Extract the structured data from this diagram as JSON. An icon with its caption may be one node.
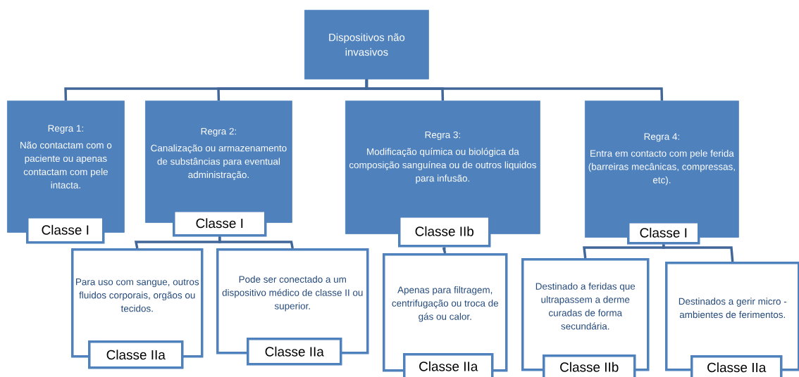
{
  "diagram": {
    "nodes": [
      {
        "text": [
          "Dispositivos não invasivos"
        ]
      },
      {
        "text": [
          "Regra 1:",
          "Não contactam com o paciente ou apenas contactam com pele intacta."
        ]
      },
      {
        "text": [
          "Classe I"
        ]
      },
      {
        "text": [
          "Regra 2:",
          "Canalização ou armazenamento de substâncias para eventual administração."
        ]
      },
      {
        "text": [
          "Classe I"
        ]
      },
      {
        "text": [
          "Para uso com sangue, outros fluidos corporais, orgãos ou tecidos."
        ]
      },
      {
        "text": [
          "Classe IIa"
        ]
      },
      {
        "text": [
          "Pode ser conectado a um dispositivo médico de classe II ou superior."
        ]
      },
      {
        "text": [
          "Classe IIa"
        ]
      },
      {
        "text": [
          "Regra 3:",
          "Modificação química ou biológica da composição sanguínea ou de outros liquidos para infusão."
        ]
      },
      {
        "text": [
          "Classe IIb"
        ]
      },
      {
        "text": [
          "Apenas para filtragem, centrifugação ou troca de gás ou calor."
        ]
      },
      {
        "text": [
          "Classe IIa"
        ]
      },
      {
        "text": [
          "Regra 4:",
          "Entra em contacto com pele ferida (barreiras mecânicas, compressas, etc)."
        ]
      },
      {
        "text": [
          "Classe I"
        ]
      },
      {
        "text": [
          "Destinado a feridas que ultrapassem a derme curadas de forma secundária."
        ]
      },
      {
        "text": [
          "Classe IIb"
        ]
      },
      {
        "text": [
          "Destinados a gerir micro - ambientes de ferimentos."
        ]
      },
      {
        "text": [
          "Classe IIa"
        ]
      }
    ],
    "edges": [
      {
        "from": 0,
        "to": 1,
        "arrow": "none"
      },
      {
        "from": 0,
        "to": 3,
        "arrow": "none"
      },
      {
        "from": 0,
        "to": 9,
        "arrow": "none"
      },
      {
        "from": 0,
        "to": 13,
        "arrow": "none"
      },
      {
        "from": 4,
        "to": 5,
        "arrow": "none"
      },
      {
        "from": 4,
        "to": 7,
        "arrow": "none"
      },
      {
        "from": 10,
        "to": 11,
        "arrow": "none"
      },
      {
        "from": 14,
        "to": 15,
        "arrow": "none"
      },
      {
        "from": 14,
        "to": 17,
        "arrow": "none"
      }
    ]
  }
}
